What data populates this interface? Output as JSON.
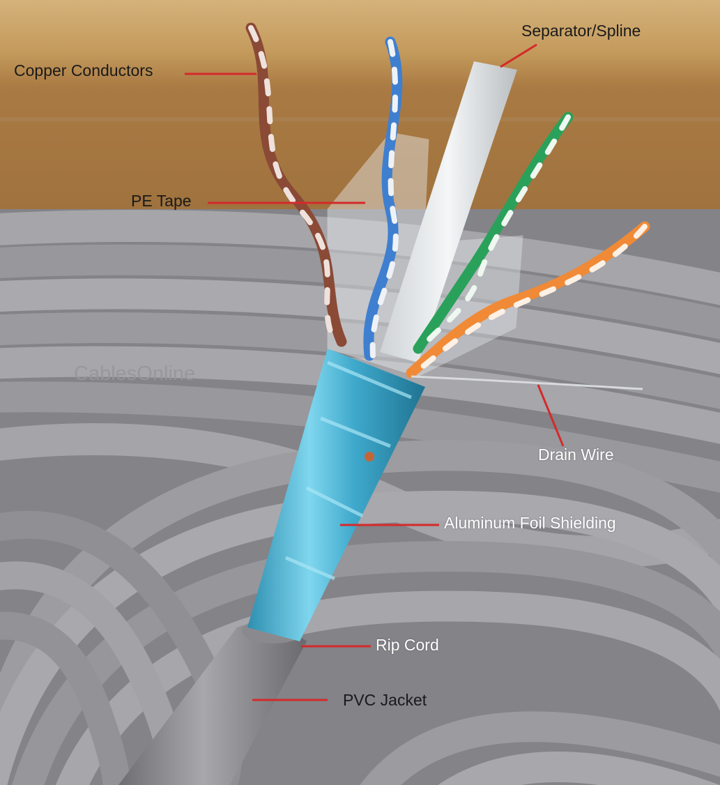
{
  "watermark": "CablesOnline",
  "labels": {
    "copper_conductors": "Copper Conductors",
    "separator_spline": "Separator/Spline",
    "pe_tape": "PE Tape",
    "drain_wire": "Drain Wire",
    "aluminum_foil_shielding": "Aluminum Foil Shielding",
    "rip_cord": "Rip Cord",
    "pvc_jacket": "PVC Jacket"
  },
  "colors": {
    "leader_line": "#d42a2a",
    "cardboard": "#c9a36a",
    "cable_gray": "#8d8d92",
    "foil": "#4ab6d4",
    "pair_brown": "#8a4a36",
    "pair_blue": "#3f7fd0",
    "pair_green": "#2aa15a",
    "pair_orange": "#f08a36"
  }
}
